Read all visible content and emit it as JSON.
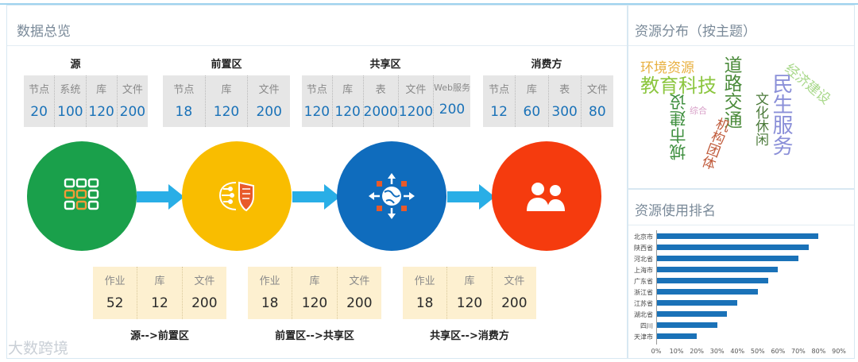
{
  "main": {
    "title": "数据总览",
    "stages": [
      {
        "label": "源",
        "color": "#1aa04b",
        "icon": "grid-nodes-icon",
        "stats": [
          {
            "label": "节点",
            "value": "20"
          },
          {
            "label": "系统",
            "value": "100"
          },
          {
            "label": "库",
            "value": "120"
          },
          {
            "label": "文件",
            "value": "200"
          }
        ]
      },
      {
        "label": "前置区",
        "color": "#f9bd00",
        "icon": "brain-shield-icon",
        "stats": [
          {
            "label": "节点",
            "value": "18"
          },
          {
            "label": "库",
            "value": "120"
          },
          {
            "label": "文件",
            "value": "200"
          }
        ]
      },
      {
        "label": "共享区",
        "color": "#0f6cbd",
        "icon": "globe-share-icon",
        "stats": [
          {
            "label": "节点",
            "value": "120"
          },
          {
            "label": "库",
            "value": "120"
          },
          {
            "label": "表",
            "value": "2000"
          },
          {
            "label": "文件",
            "value": "1200"
          },
          {
            "label": "Web服务",
            "value": "200"
          }
        ]
      },
      {
        "label": "消费方",
        "color": "#f53b0e",
        "icon": "users-icon",
        "stats": [
          {
            "label": "节点",
            "value": "12"
          },
          {
            "label": "库",
            "value": "60"
          },
          {
            "label": "表",
            "value": "300"
          },
          {
            "label": "文件",
            "value": "80"
          }
        ]
      }
    ],
    "flows": [
      {
        "label": "源-->前置区",
        "stats": [
          {
            "label": "作业",
            "value": "52"
          },
          {
            "label": "库",
            "value": "12"
          },
          {
            "label": "文件",
            "value": "200"
          }
        ]
      },
      {
        "label": "前置区-->共享区",
        "stats": [
          {
            "label": "作业",
            "value": "18"
          },
          {
            "label": "库",
            "value": "120"
          },
          {
            "label": "文件",
            "value": "200"
          }
        ]
      },
      {
        "label": "共享区-->消费方",
        "stats": [
          {
            "label": "作业",
            "value": "18"
          },
          {
            "label": "库",
            "value": "120"
          },
          {
            "label": "文件",
            "value": "200"
          }
        ]
      }
    ]
  },
  "distribution": {
    "title": "资源分布（按主题）",
    "words": [
      {
        "text": "环境资源",
        "color": "#e8b040"
      },
      {
        "text": "教育科技",
        "color": "#8cc63f"
      },
      {
        "text": "道路交通",
        "color": "#4a8a3a"
      },
      {
        "text": "民生服务",
        "color": "#8a8fd8"
      },
      {
        "text": "经济建设",
        "color": "#a8d88a"
      },
      {
        "text": "城市建设",
        "color": "#3f8f3f"
      },
      {
        "text": "文化休闲",
        "color": "#4b7a3a"
      },
      {
        "text": "机构团体",
        "color": "#c05a3a"
      },
      {
        "text": "综合",
        "color": "#d8a0c8"
      }
    ]
  },
  "ranking": {
    "title": "资源使用排名"
  },
  "chart_data": {
    "type": "bar",
    "orientation": "horizontal",
    "categories": [
      "北京市",
      "陕西省",
      "河北省",
      "上海市",
      "广东省",
      "浙江省",
      "江苏省",
      "湖北省",
      "四川",
      "天津市"
    ],
    "values": [
      80,
      75,
      70,
      60,
      55,
      50,
      40,
      35,
      30,
      20
    ],
    "xticks": [
      "0%",
      "10%",
      "20%",
      "30%",
      "40%",
      "50%",
      "60%",
      "70%",
      "80%",
      "90%"
    ],
    "xlim": [
      0,
      90
    ],
    "color": "#1a72b8"
  },
  "watermark": "大数跨境"
}
